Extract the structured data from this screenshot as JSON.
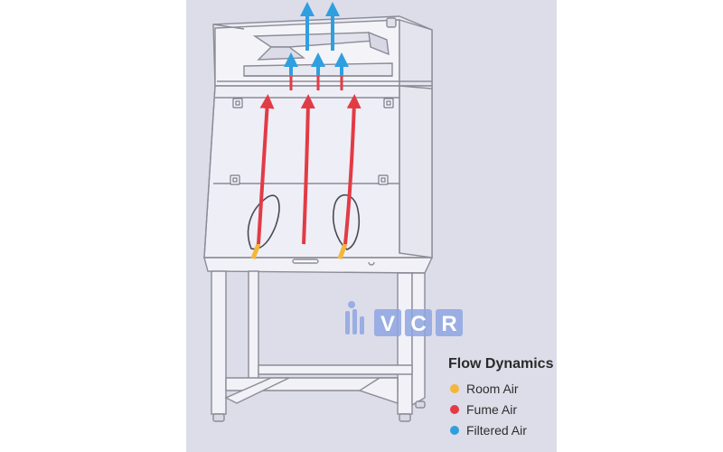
{
  "legend": {
    "title": "Flow Dynamics",
    "items": [
      {
        "label": "Room Air",
        "color": "#f5b63a"
      },
      {
        "label": "Fume Air",
        "color": "#e23b46"
      },
      {
        "label": "Filtered Air",
        "color": "#2f9fdf"
      }
    ]
  },
  "watermark": {
    "text": "VCR",
    "color": "#8fa6e3"
  },
  "colors": {
    "background": "#dddde9",
    "cabinet_fill": "#ebebf4",
    "cabinet_stroke": "#8c8c98",
    "room_air": "#f5b63a",
    "fume_air": "#e23b46",
    "filtered_air": "#2f9fdf"
  }
}
